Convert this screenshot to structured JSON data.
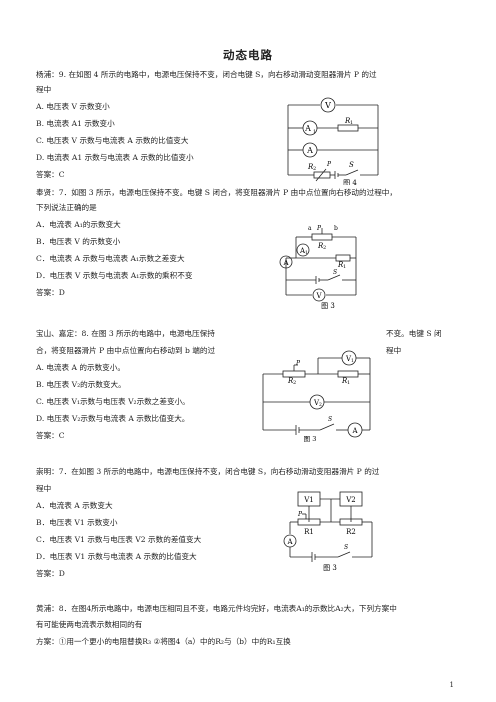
{
  "title": "动态电路",
  "q1": {
    "l1": "杨浦：9.    在如图 4 所示的电路中，电源电压保持不变，闭合电键 S，向右移动滑动变阻器滑片 P 的过",
    "l2": "程中",
    "options": [
      "A. 电压表 V 示数变小",
      "B. 电流表 A1 示数变小",
      "C. 电压表 V 示数与电流表 A 示数的比值变大",
      "D. 电流表 A1 示数与电流表 A 示数的比值变小"
    ],
    "answer": "答案：C",
    "fig": {
      "v": "V",
      "a1": "A",
      "a1sub": "1",
      "a": "A",
      "r1": "R",
      "r1sub": "1",
      "r2": "R",
      "r2sub": "2",
      "p": "P",
      "s": "S",
      "caption": "图 4"
    }
  },
  "q2": {
    "l1": "奉贤：7．如图 3 所示，电源电压保持不变。电键 S 闭合，将变阻器滑片 P 由中点位置向右移动的过程中，",
    "l2": "下列说法正确的是",
    "options": [
      "A．电流表 A₁的示数变大",
      "B．电压表 V 的示数变小",
      "C．电流表 A 示数与电流表 A₁示数之差变大",
      "D．电压表 V 示数与电流表 A₁示数的乘积不变"
    ],
    "answer": "答案：D",
    "fig": {
      "a": "a",
      "p": "P",
      "b": "b",
      "r2": "R",
      "r2sub": "2",
      "a1": "A",
      "a1sub": "1",
      "r1": "R",
      "r1sub": "1",
      "am": "A",
      "s": "S",
      "v": "V",
      "caption": "图 3"
    }
  },
  "q3": {
    "l1a": "宝山、嘉定：8. 在图 3 所示的电路中，电源电压保持",
    "l1b": "不变。电键 S 闭",
    "l2a": "合，将变阻器滑片 P 由中点位置向右移动到 b 端的过",
    "l2b": "程中",
    "options": [
      "A. 电流表 A 的示数变小。",
      "B. 电压表 V₂的示数变大。",
      "C. 电压表 V₁示数与电压表 V₂示数之差变小。",
      "D. 电压表 V₂示数与电流表 A 示数比值变大。"
    ],
    "answer": "答案：C",
    "fig": {
      "p": "P",
      "r2": "R",
      "r2sub": "2",
      "r1": "R",
      "r1sub": "1",
      "v1": "V",
      "v1sub": "1",
      "v2": "V",
      "v2sub": "2",
      "s": "S",
      "a": "A",
      "caption": "图 3"
    }
  },
  "q4": {
    "l1": "崇明：7．在如图  3  所示的电路中，电源电压保持不变，闭合电键 S，向右移动滑动变阻器滑片  P  的过",
    "l2": "程中",
    "options": [
      "A．电流表 A 示数变大",
      "B．电压表 V1 示数变小",
      "C．电压表 V1 示数与电压表 V2 示数的差值变大",
      "D．电压表 V1 示数与电流表  A 示数的比值变大"
    ],
    "answer": "答案：D",
    "fig": {
      "v1": "V1",
      "v2": "V2",
      "p": "P",
      "r1": "R1",
      "r2": "R2",
      "a": "A",
      "s": "S",
      "caption": "图 3"
    }
  },
  "q5": {
    "l1": "黄浦：8．在图4所示电路中，电源电压相同且不变，电路元件均完好，电流表A₁的示数比A₂大，下列方案中",
    "l2": "有可能使两电流表示数相同的有",
    "l3": "方案：①用一个更小的电阻替换R₃         ②将图4（a）中的R₂与（b）中的R₁互换"
  },
  "page": "1"
}
